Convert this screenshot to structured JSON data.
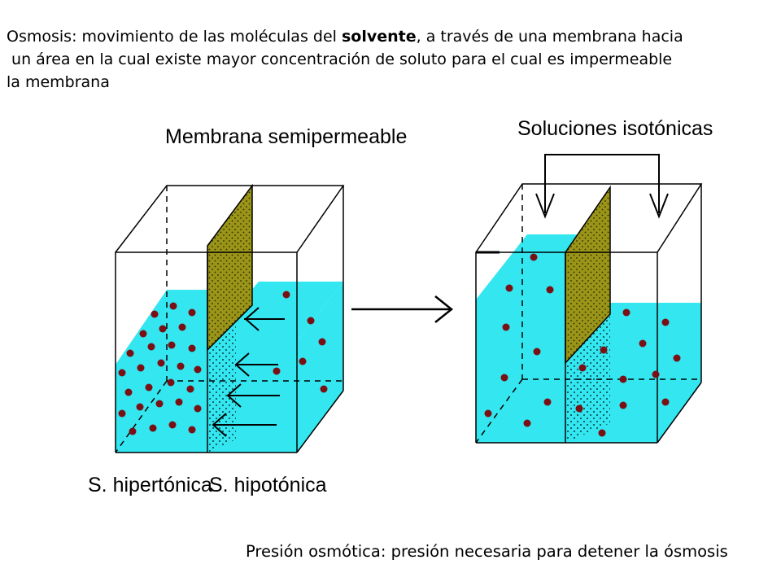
{
  "intro": {
    "line1_before": "Osmosis: movimiento de las moléculas del ",
    "line1_bold": "solvente",
    "line1_after": ", a través de una membrana hacia",
    "line2": " un área en la cual existe mayor concentración de soluto para el cual es impermeable",
    "line3": "la membrana"
  },
  "diagram": {
    "label_membrane": "Membrana semipermeable",
    "label_isotonic": "Soluciones isotónicas",
    "label_hypertonic": "S. hipertónica",
    "label_hypotonic": "S. hipotónica"
  },
  "colors": {
    "water": "#33e6f0",
    "membrane": "#9a9418",
    "particle": "#7a0f14"
  },
  "footer": {
    "text": "Presión osmótica: presión necesaria para detener la ósmosis"
  }
}
